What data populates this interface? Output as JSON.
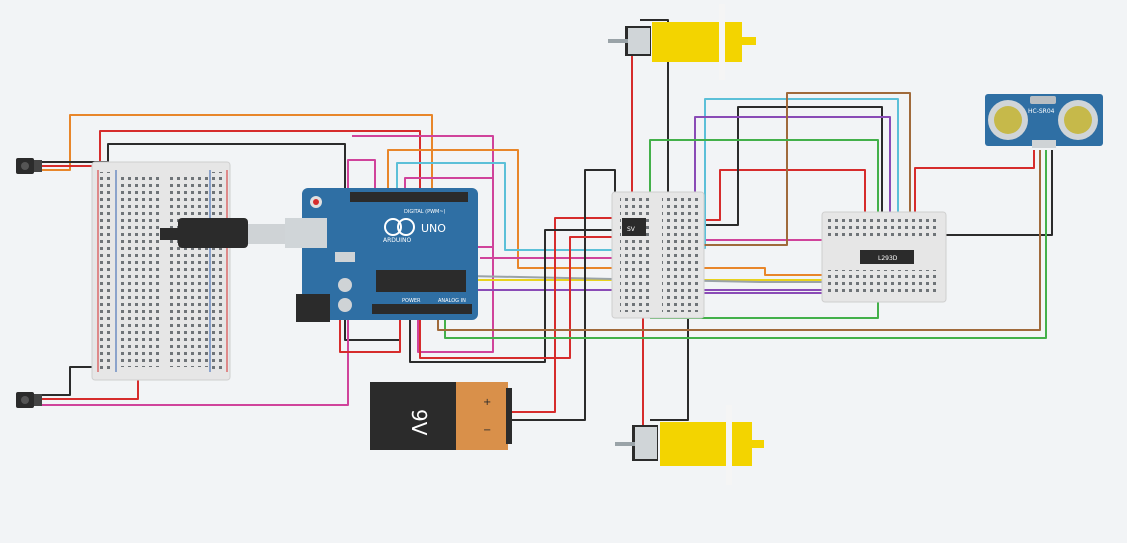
{
  "arduino": {
    "brand": "ARDUINO",
    "model": "UNO",
    "digital_label": "DIGITAL (PWM~)",
    "power_label": "POWER",
    "analog_label": "ANALOG IN",
    "body_color": "#2f6fa4"
  },
  "battery": {
    "label": "9V",
    "plus": "+",
    "minus": "−"
  },
  "driver_chip": {
    "label": "L293D"
  },
  "switch_label": "SV",
  "sensor": {
    "label": "HC-SR04"
  },
  "wire_colors": {
    "red": "#d62c2c",
    "black": "#2b2b2b",
    "orange": "#e8862a",
    "magenta": "#d0439b",
    "cyan": "#5cc0d8",
    "yellow": "#e8d21d",
    "green": "#43b04a",
    "purple": "#8a4bb6",
    "brown": "#a06a3b",
    "gray": "#9aa3a8"
  }
}
